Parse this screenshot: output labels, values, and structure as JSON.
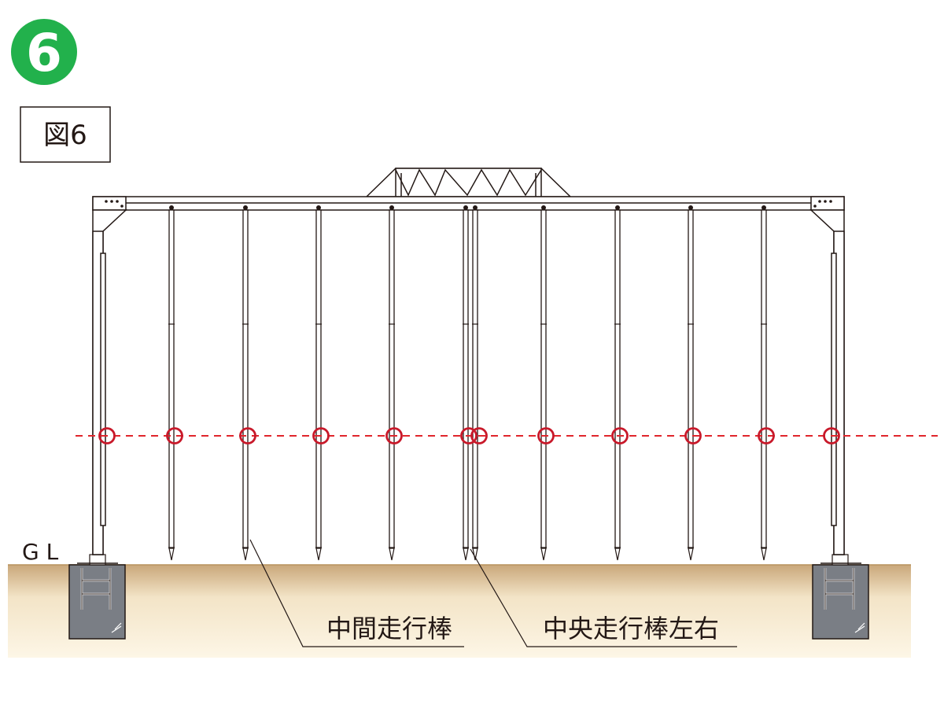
{
  "step_badge": {
    "number": "6",
    "color": "#22b14c"
  },
  "figure_label": "図6",
  "ground_label": "G L",
  "labels": {
    "middle_bar": "中間走行棒",
    "center_bar_pair": "中央走行棒左右"
  },
  "colors": {
    "ground_top": "#c9a77a",
    "ground_bottom": "#fdf6e6",
    "foundation": "#7a7e85",
    "guide_line": "#e0262c",
    "marker": "#c8192a",
    "frame_stroke": "#231815"
  }
}
